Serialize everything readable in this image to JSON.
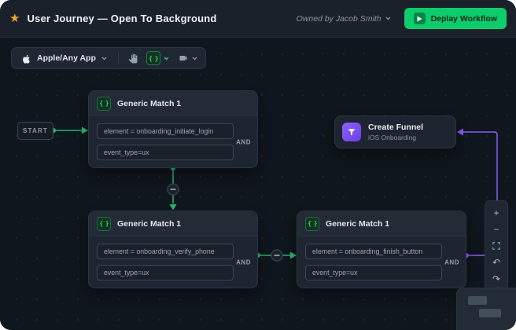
{
  "header": {
    "title": "User Journey — Open To Background",
    "owner_label": "Owned by Jacob Smith",
    "deploy_button": "Deplay Workflow"
  },
  "toolbar": {
    "app_selector_label": "Apple/Any App"
  },
  "canvas": {
    "start_label": "START",
    "nodes": [
      {
        "title": "Generic Match 1",
        "rows": [
          "element = onboarding_initiate_login",
          "event_type=ux"
        ],
        "operator": "AND"
      },
      {
        "title": "Generic Match 1",
        "rows": [
          "element = onboarding_verify_phone",
          "event_type=ux"
        ],
        "operator": "AND"
      },
      {
        "title": "Generic Match 1",
        "rows": [
          "element = onboarding_finish_button",
          "event_type=ux"
        ],
        "operator": "AND"
      }
    ],
    "funnel": {
      "title": "Create Funnel",
      "subtitle": "iOS Onboarding"
    }
  },
  "icons": {
    "star": "★",
    "braces": "{ }",
    "plus": "+",
    "minus": "−",
    "undo": "↶",
    "redo": "↷"
  },
  "colors": {
    "accent_green": "#26b873",
    "accent_purple": "#8b5cf6",
    "deploy_green": "#0ecb6c",
    "canvas_bg": "#10161d",
    "header_bg": "#1a212b",
    "node_bg": "#1d2530"
  }
}
